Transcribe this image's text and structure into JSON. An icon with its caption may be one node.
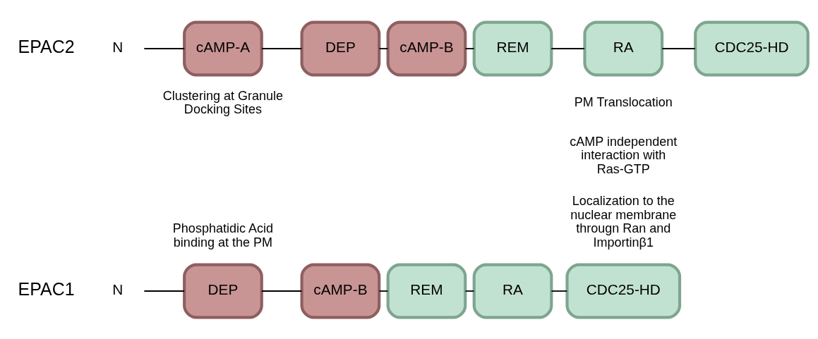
{
  "diagram": {
    "nodes": [
      {
        "text": [
          "N"
        ]
      },
      {
        "text": [
          "DEP"
        ],
        "beside": [
          "Phosphatidic Acid binding at the PM"
        ]
      },
      {
        "text": [
          "cAMP-B"
        ]
      },
      {
        "text": [
          "REM"
        ]
      },
      {
        "text": [
          "RA"
        ]
      },
      {
        "text": [
          "CDC25-HD"
        ],
        "beside": [
          "Localization to the nuclear membrane througn Ran and Importinβ1"
        ]
      },
      {
        "text": [
          "N"
        ]
      },
      {
        "text": [
          "cAMP-A"
        ],
        "beside": [
          "Clustering at Granule Docking Sites"
        ]
      },
      {
        "text": [
          "DEP"
        ]
      },
      {
        "text": [
          "cAMP-B"
        ]
      },
      {
        "text": [
          "REM"
        ]
      },
      {
        "text": [
          "RA"
        ],
        "beside": [
          "PM Translocation",
          "cAMP independent interaction with Ras-GTP"
        ]
      },
      {
        "text": [
          "CDC25-HD"
        ]
      }
    ],
    "edges": [
      {
        "from": 0,
        "to": 1,
        "arrow": "none"
      },
      {
        "from": 1,
        "to": 2,
        "arrow": "none"
      },
      {
        "from": 2,
        "to": 3,
        "arrow": "none"
      },
      {
        "from": 3,
        "to": 4,
        "arrow": "none"
      },
      {
        "from": 4,
        "to": 5,
        "arrow": "none"
      },
      {
        "from": 6,
        "to": 7,
        "arrow": "none"
      },
      {
        "from": 7,
        "to": 8,
        "arrow": "none"
      },
      {
        "from": 8,
        "to": 9,
        "arrow": "none"
      },
      {
        "from": 9,
        "to": 10,
        "arrow": "none"
      },
      {
        "from": 10,
        "to": 11,
        "arrow": "none"
      },
      {
        "from": 11,
        "to": 12,
        "arrow": "none"
      }
    ],
    "labels": [
      "EPAC1",
      "EPAC2"
    ]
  }
}
